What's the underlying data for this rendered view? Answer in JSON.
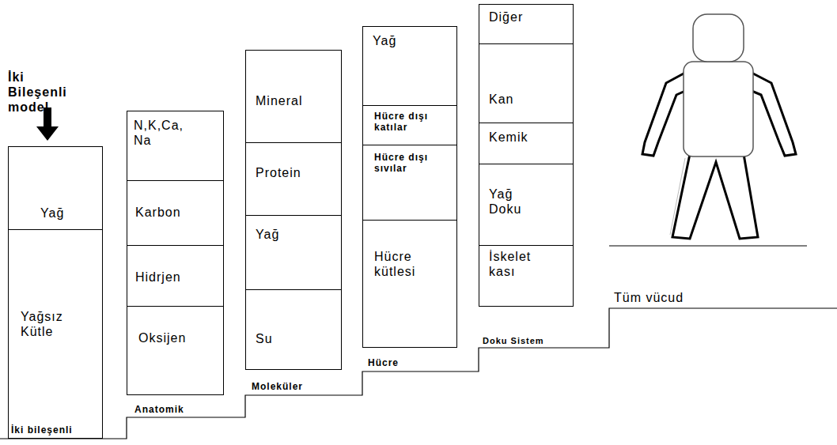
{
  "diagram": {
    "nodes": [
      {
        "text": [
          "Yağ"
        ]
      },
      {
        "text": [
          "Yağsız Kütle"
        ]
      },
      {
        "text": [
          "N,K,Ca, Na"
        ]
      },
      {
        "text": [
          "Karbon"
        ]
      },
      {
        "text": [
          "Hidrjen"
        ]
      },
      {
        "text": [
          "Oksijen"
        ]
      },
      {
        "text": [
          "Mineral"
        ]
      },
      {
        "text": [
          "Protein"
        ]
      },
      {
        "text": [
          "Yağ"
        ]
      },
      {
        "text": [
          "Su"
        ]
      },
      {
        "text": [
          "Yağ"
        ]
      },
      {
        "text": [
          "Hücre dışı katılar"
        ]
      },
      {
        "text": [
          "Hücre dışı sıvılar"
        ]
      },
      {
        "text": [
          "Hücre kütlesi"
        ]
      },
      {
        "text": [
          "Diğer"
        ]
      },
      {
        "text": [
          "Kan"
        ]
      },
      {
        "text": [
          "Kemik"
        ]
      },
      {
        "text": [
          "Yağ Doku"
        ]
      },
      {
        "text": [
          "İskelet kası"
        ]
      }
    ],
    "labels": [
      "İki Bileşenli model",
      "İki bileşenli",
      "Anatomik",
      "Moleküler",
      "Hücre",
      "Doku Sistem",
      "Tüm vücud"
    ]
  }
}
